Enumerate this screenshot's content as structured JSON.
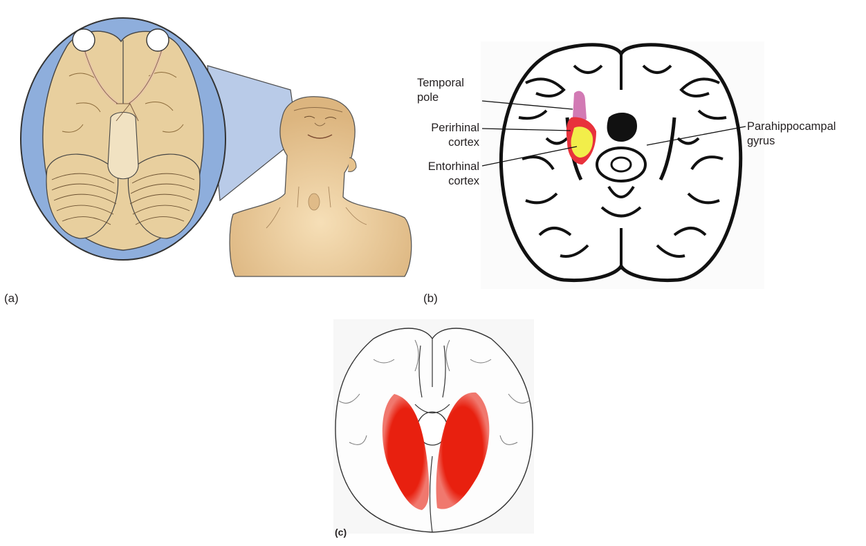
{
  "panels": {
    "a": {
      "label": "(a)"
    },
    "b": {
      "label": "(b)",
      "callouts": {
        "temporal_pole": {
          "line1": "Temporal",
          "line2": "pole"
        },
        "perirhinal": {
          "line1": "Perirhinal",
          "line2": "cortex"
        },
        "entorhinal": {
          "line1": "Entorhinal",
          "line2": "cortex"
        },
        "parahippocampal": {
          "line1": "Parahippocampal",
          "line2": "gyrus"
        }
      },
      "colors": {
        "temporal_pole": "#d27ab4",
        "perirhinal": "#e8323c",
        "entorhinal": "#f2ee4a"
      }
    },
    "c": {
      "label": "(c)",
      "colors": {
        "lesion": "#e8200f"
      }
    }
  },
  "colors": {
    "circle_bg": "#8eaedc",
    "brain_tan": "#e8cf9e",
    "skin": "#e9c690"
  }
}
